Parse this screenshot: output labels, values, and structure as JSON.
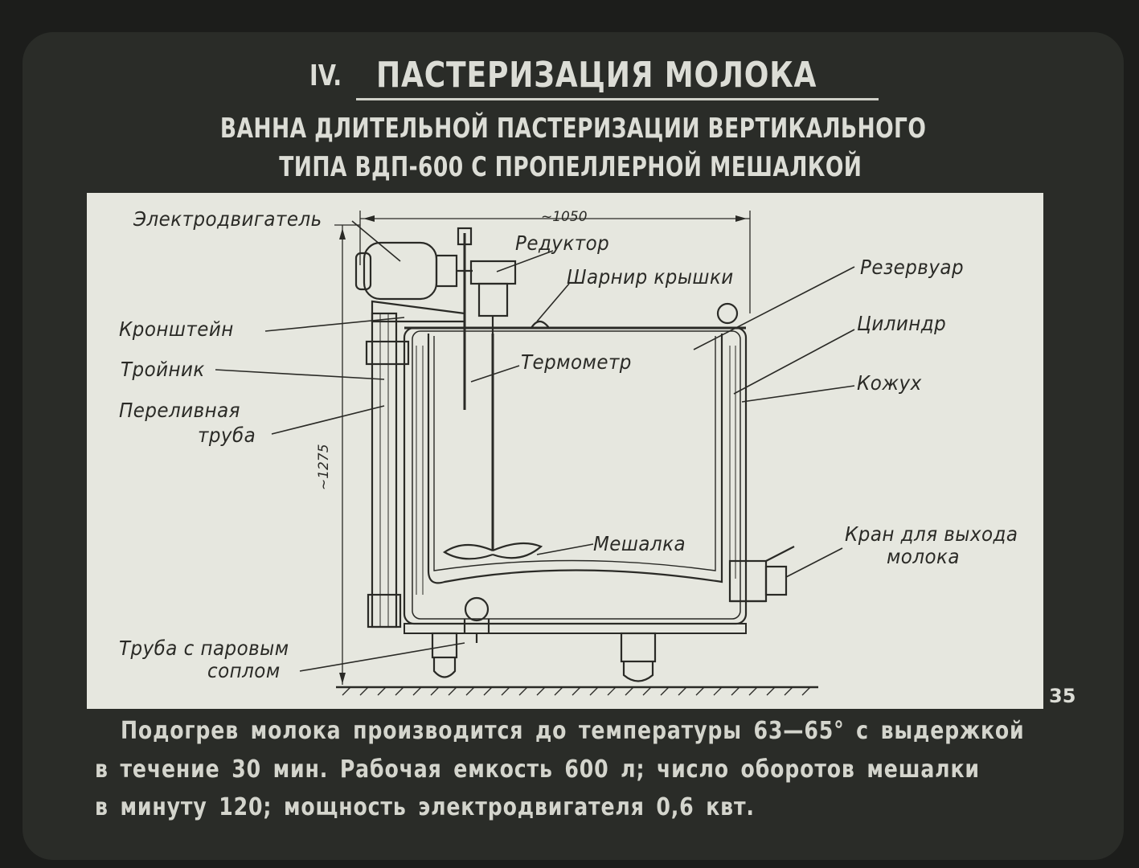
{
  "slide": {
    "section_number": "IV.",
    "title": "ПАСТЕРИЗАЦИЯ МОЛОКА",
    "subtitle_line1": "ВАННА ДЛИТЕЛЬНОЙ ПАСТЕРИЗАЦИИ ВЕРТИКАЛЬНОГО",
    "subtitle_line2": "ТИПА ВДП-600 С ПРОПЕЛЛЕРНОЙ МЕШАЛКОЙ",
    "page_number": "35"
  },
  "diagram": {
    "dimensions": {
      "width": "~1050",
      "height": "~1275"
    },
    "labels": {
      "motor": "Электродвигатель",
      "reducer": "Редуктор",
      "lid_hinge": "Шарнир крышки",
      "reservoir": "Резервуар",
      "cylinder": "Цилиндр",
      "bracket": "Кронштейн",
      "tee": "Тройник",
      "thermometer": "Термометр",
      "jacket": "Кожух",
      "overflow_line1": "Переливная",
      "overflow_line2": "труба",
      "stirrer": "Мешалка",
      "tap_line1": "Кран для выхода",
      "tap_line2": "молока",
      "steam_line1": "Труба с паровым",
      "steam_line2": "соплом"
    }
  },
  "caption": {
    "line1": "Подогрев молока производится до температуры 63—65° с выдержкой",
    "line2": "в течение 30 мин. Рабочая емкость 600 л; число оборотов мешалки",
    "line3": "в минуту 120; мощность электродвигателя 0,6 квт."
  },
  "colors": {
    "background": "#1c1d1b",
    "panel": "#e6e7df",
    "ink": "#2a2a26",
    "light_text": "#dcddd6"
  }
}
